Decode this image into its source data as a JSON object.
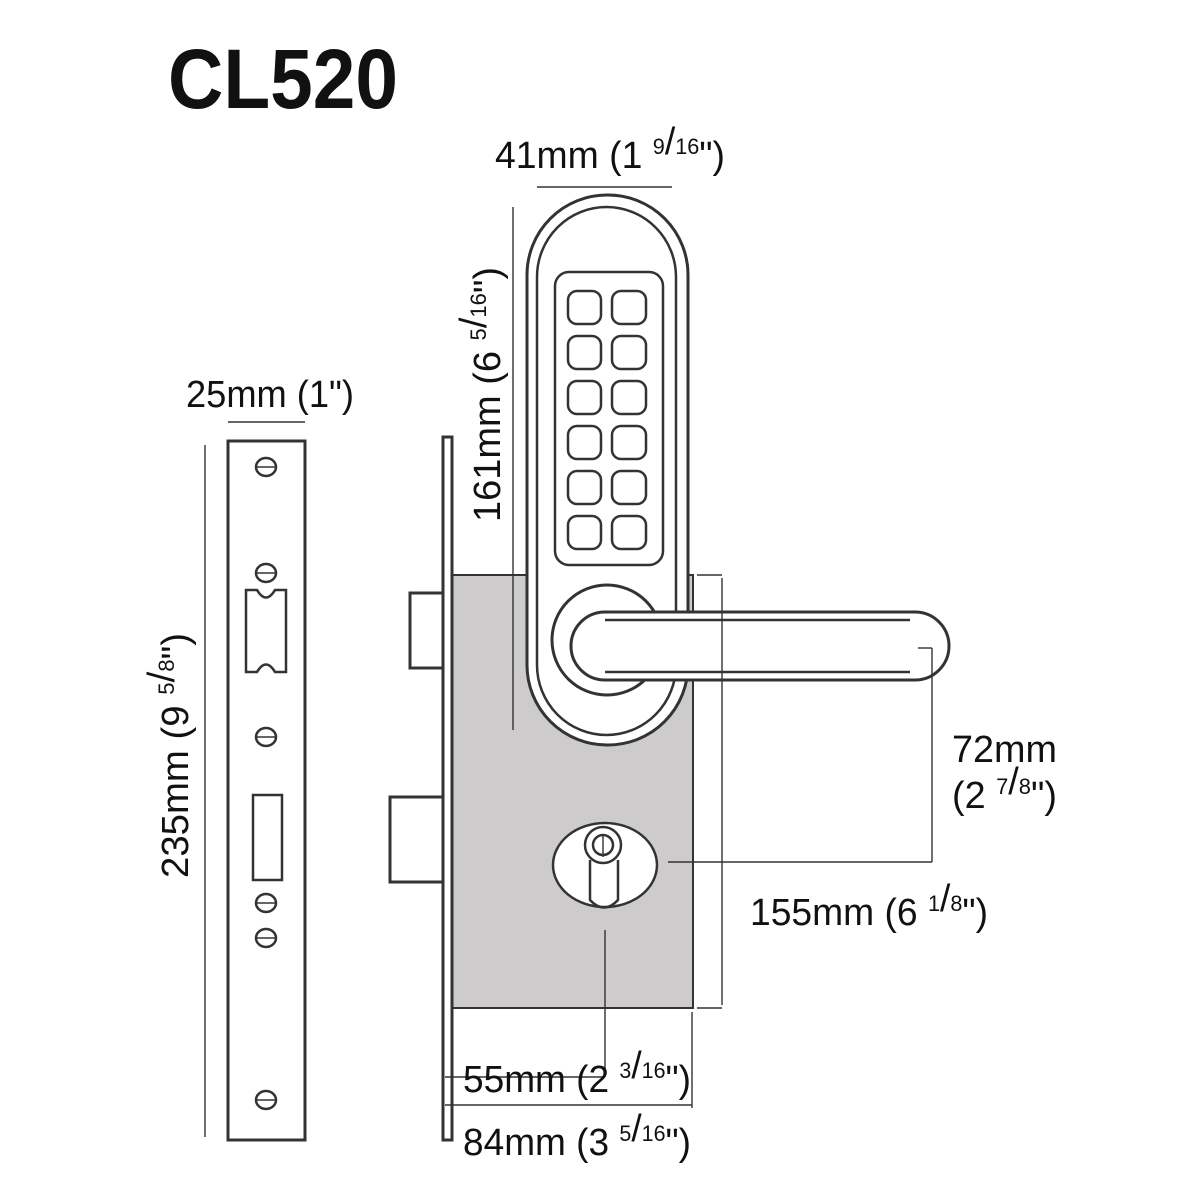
{
  "title": "CL520",
  "colors": {
    "case_fill": "#cdcbcc",
    "line": "#333333"
  },
  "dimensions": {
    "width_handle": {
      "main": "41mm (1 ",
      "num": "9",
      "den": "16",
      "close": "\")"
    },
    "height_handle": {
      "main": "161mm (6 ",
      "num": "5",
      "den": "16",
      "close": "\")"
    },
    "width_strike": {
      "main": "25mm (1",
      "close": "\")"
    },
    "height_strike": {
      "main": "235mm (9 ",
      "num": "5",
      "den": "8",
      "close": "\")"
    },
    "lever_to_cyl": {
      "line1": "72mm",
      "main": "(2 ",
      "num": "7",
      "den": "8",
      "close": "\")"
    },
    "case_height": {
      "main": "155mm (6 ",
      "num": "1",
      "den": "8",
      "close": "\")"
    },
    "backset": {
      "main": "55mm (2 ",
      "num": "3",
      "den": "16",
      "close": "\")"
    },
    "case_depth": {
      "main": "84mm (3 ",
      "num": "5",
      "den": "16",
      "close": "\")"
    }
  }
}
